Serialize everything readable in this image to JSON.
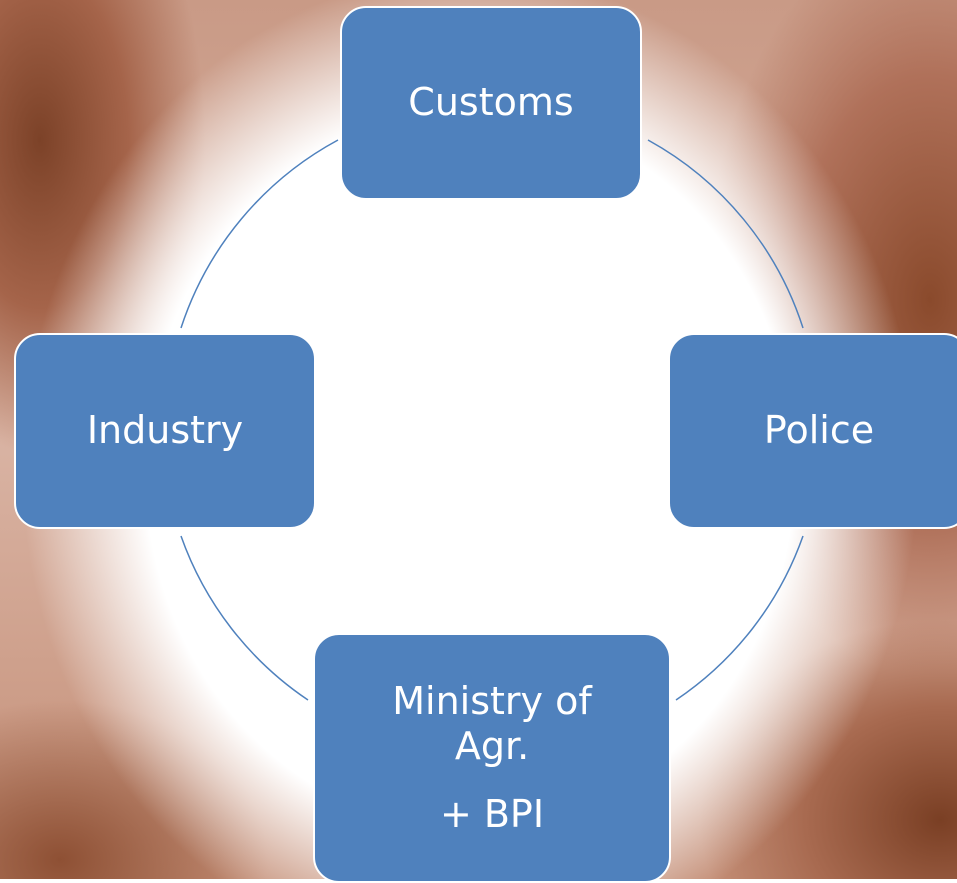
{
  "diagram": {
    "type": "cycle",
    "nodes": {
      "top": {
        "label": "Customs"
      },
      "right": {
        "label": "Police"
      },
      "bottom": {
        "label": "Ministry of Agr.",
        "sublabel": "+ BPI"
      },
      "left": {
        "label": "Industry"
      }
    }
  },
  "colors": {
    "node_fill": "#4f81bd",
    "node_border": "#ffffff",
    "connector": "#4f81bd"
  }
}
